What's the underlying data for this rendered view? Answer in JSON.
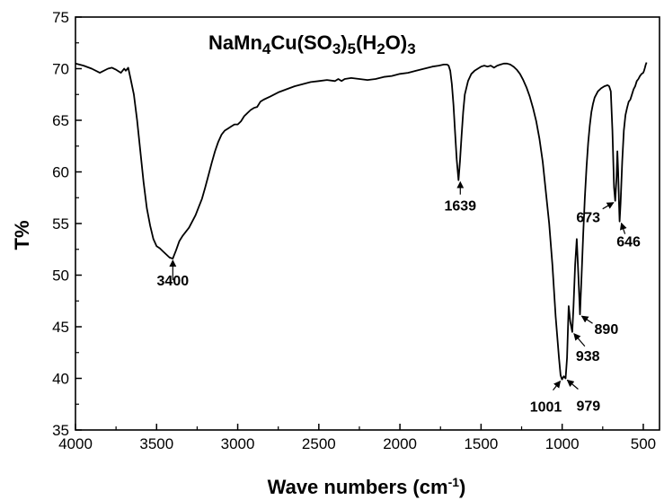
{
  "chart_data": {
    "type": "line",
    "title_parts": [
      {
        "t": "NaMn",
        "sub": false
      },
      {
        "t": "4",
        "sub": true
      },
      {
        "t": "Cu(SO",
        "sub": false
      },
      {
        "t": "3",
        "sub": true
      },
      {
        "t": ")",
        "sub": false
      },
      {
        "t": "5",
        "sub": true
      },
      {
        "t": "(H",
        "sub": false
      },
      {
        "t": "2",
        "sub": true
      },
      {
        "t": "O)",
        "sub": false
      },
      {
        "t": "3",
        "sub": true
      }
    ],
    "xlabel_base": "Wave numbers (cm",
    "xlabel_sup": "-1",
    "xlabel_end": ")",
    "ylabel": "T%",
    "xlim": [
      4000,
      400
    ],
    "ylim": [
      35,
      75
    ],
    "x_ticks": [
      4000,
      3500,
      3000,
      2500,
      2000,
      1500,
      1000,
      500
    ],
    "y_ticks": [
      35,
      40,
      45,
      50,
      55,
      60,
      65,
      70,
      75
    ],
    "grid": false,
    "series": [
      {
        "points": [
          [
            4000,
            70.5
          ],
          [
            3950,
            70.3
          ],
          [
            3900,
            70.0
          ],
          [
            3850,
            69.6
          ],
          [
            3800,
            70.0
          ],
          [
            3775,
            70.1
          ],
          [
            3750,
            69.9
          ],
          [
            3720,
            69.6
          ],
          [
            3700,
            70.0
          ],
          [
            3690,
            69.8
          ],
          [
            3675,
            70.1
          ],
          [
            3660,
            69.0
          ],
          [
            3640,
            67.5
          ],
          [
            3620,
            65.0
          ],
          [
            3600,
            62.0
          ],
          [
            3580,
            59.0
          ],
          [
            3560,
            56.5
          ],
          [
            3540,
            54.8
          ],
          [
            3520,
            53.5
          ],
          [
            3500,
            52.8
          ],
          [
            3480,
            52.6
          ],
          [
            3460,
            52.3
          ],
          [
            3440,
            52.0
          ],
          [
            3420,
            51.7
          ],
          [
            3400,
            51.6
          ],
          [
            3380,
            52.4
          ],
          [
            3360,
            53.3
          ],
          [
            3340,
            53.8
          ],
          [
            3320,
            54.2
          ],
          [
            3300,
            54.6
          ],
          [
            3280,
            55.2
          ],
          [
            3260,
            55.8
          ],
          [
            3240,
            56.6
          ],
          [
            3220,
            57.4
          ],
          [
            3200,
            58.5
          ],
          [
            3180,
            59.7
          ],
          [
            3160,
            60.9
          ],
          [
            3140,
            62.0
          ],
          [
            3120,
            62.9
          ],
          [
            3100,
            63.6
          ],
          [
            3080,
            64.0
          ],
          [
            3060,
            64.2
          ],
          [
            3040,
            64.4
          ],
          [
            3020,
            64.6
          ],
          [
            3000,
            64.6
          ],
          [
            2980,
            64.9
          ],
          [
            2960,
            65.4
          ],
          [
            2940,
            65.7
          ],
          [
            2920,
            66.0
          ],
          [
            2900,
            66.2
          ],
          [
            2880,
            66.3
          ],
          [
            2860,
            66.8
          ],
          [
            2840,
            67.0
          ],
          [
            2800,
            67.3
          ],
          [
            2750,
            67.7
          ],
          [
            2700,
            68.0
          ],
          [
            2650,
            68.3
          ],
          [
            2600,
            68.5
          ],
          [
            2550,
            68.7
          ],
          [
            2500,
            68.8
          ],
          [
            2450,
            68.9
          ],
          [
            2400,
            68.8
          ],
          [
            2380,
            69.0
          ],
          [
            2360,
            68.8
          ],
          [
            2340,
            69.0
          ],
          [
            2300,
            69.1
          ],
          [
            2250,
            69.0
          ],
          [
            2200,
            68.9
          ],
          [
            2150,
            69.0
          ],
          [
            2100,
            69.2
          ],
          [
            2050,
            69.3
          ],
          [
            2000,
            69.5
          ],
          [
            1950,
            69.6
          ],
          [
            1900,
            69.8
          ],
          [
            1850,
            70.0
          ],
          [
            1800,
            70.2
          ],
          [
            1760,
            70.3
          ],
          [
            1730,
            70.4
          ],
          [
            1710,
            70.4
          ],
          [
            1700,
            70.3
          ],
          [
            1690,
            69.8
          ],
          [
            1680,
            68.5
          ],
          [
            1670,
            66.5
          ],
          [
            1660,
            63.8
          ],
          [
            1650,
            61.2
          ],
          [
            1639,
            59.2
          ],
          [
            1630,
            61.0
          ],
          [
            1620,
            63.5
          ],
          [
            1610,
            65.8
          ],
          [
            1600,
            67.5
          ],
          [
            1580,
            68.8
          ],
          [
            1560,
            69.5
          ],
          [
            1540,
            69.8
          ],
          [
            1520,
            70.0
          ],
          [
            1500,
            70.2
          ],
          [
            1480,
            70.3
          ],
          [
            1460,
            70.2
          ],
          [
            1440,
            70.3
          ],
          [
            1420,
            70.1
          ],
          [
            1400,
            70.3
          ],
          [
            1380,
            70.4
          ],
          [
            1360,
            70.5
          ],
          [
            1340,
            70.5
          ],
          [
            1320,
            70.4
          ],
          [
            1300,
            70.2
          ],
          [
            1280,
            69.9
          ],
          [
            1260,
            69.5
          ],
          [
            1240,
            68.9
          ],
          [
            1220,
            68.2
          ],
          [
            1200,
            67.3
          ],
          [
            1180,
            66.2
          ],
          [
            1160,
            64.9
          ],
          [
            1140,
            63.2
          ],
          [
            1120,
            61.0
          ],
          [
            1100,
            58.0
          ],
          [
            1080,
            55.0
          ],
          [
            1060,
            51.0
          ],
          [
            1040,
            46.0
          ],
          [
            1020,
            42.0
          ],
          [
            1010,
            40.3
          ],
          [
            1001,
            39.9
          ],
          [
            990,
            40.2
          ],
          [
            979,
            40.0
          ],
          [
            970,
            42.0
          ],
          [
            960,
            47.0
          ],
          [
            950,
            45.5
          ],
          [
            938,
            44.5
          ],
          [
            930,
            47.0
          ],
          [
            920,
            51.0
          ],
          [
            910,
            53.5
          ],
          [
            900,
            50.0
          ],
          [
            890,
            46.2
          ],
          [
            880,
            50.0
          ],
          [
            870,
            54.0
          ],
          [
            860,
            57.5
          ],
          [
            850,
            60.5
          ],
          [
            840,
            62.8
          ],
          [
            830,
            64.5
          ],
          [
            820,
            65.8
          ],
          [
            810,
            66.6
          ],
          [
            800,
            67.2
          ],
          [
            780,
            67.8
          ],
          [
            760,
            68.1
          ],
          [
            740,
            68.3
          ],
          [
            720,
            68.4
          ],
          [
            710,
            68.3
          ],
          [
            700,
            67.8
          ],
          [
            690,
            64.0
          ],
          [
            680,
            58.5
          ],
          [
            673,
            57.2
          ],
          [
            665,
            59.5
          ],
          [
            660,
            62.0
          ],
          [
            655,
            60.0
          ],
          [
            650,
            57.0
          ],
          [
            646,
            55.2
          ],
          [
            640,
            57.0
          ],
          [
            630,
            61.0
          ],
          [
            620,
            64.0
          ],
          [
            610,
            65.5
          ],
          [
            600,
            66.2
          ],
          [
            590,
            66.8
          ],
          [
            580,
            67.0
          ],
          [
            570,
            67.5
          ],
          [
            560,
            68.0
          ],
          [
            550,
            68.3
          ],
          [
            540,
            68.8
          ],
          [
            530,
            69.0
          ],
          [
            520,
            69.3
          ],
          [
            510,
            69.5
          ],
          [
            500,
            69.6
          ],
          [
            495,
            69.8
          ],
          [
            490,
            70.1
          ],
          [
            485,
            70.4
          ],
          [
            480,
            70.6
          ]
        ]
      }
    ],
    "annotations": [
      {
        "label": "3400",
        "x": 3400,
        "y": 51.6
      },
      {
        "label": "1639",
        "x": 1639,
        "y": 59.2
      },
      {
        "label": "1001",
        "x": 1001,
        "y": 39.9
      },
      {
        "label": "979",
        "x": 979,
        "y": 40.0
      },
      {
        "label": "938",
        "x": 938,
        "y": 44.5
      },
      {
        "label": "890",
        "x": 890,
        "y": 46.2
      },
      {
        "label": "673",
        "x": 673,
        "y": 57.2
      },
      {
        "label": "646",
        "x": 646,
        "y": 55.2
      }
    ],
    "line_color": "#000000",
    "background_color": "#ffffff"
  }
}
